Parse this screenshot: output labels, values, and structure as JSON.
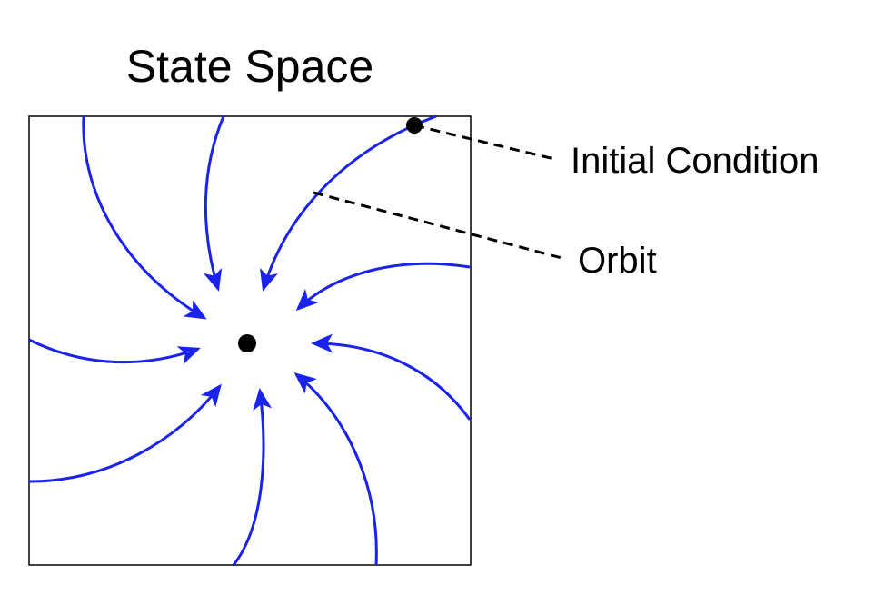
{
  "diagram": {
    "title": "State Space",
    "labels": {
      "initial_condition": "Initial Condition",
      "orbit": "Orbit"
    },
    "colors": {
      "orbit": "#1a22ee",
      "point": "#000000",
      "leader": "#000000",
      "frame": "#000000"
    },
    "icons": {
      "fixed_point": "filled-circle",
      "initial_point": "filled-circle",
      "arrowhead": "filled-arrowhead"
    }
  }
}
